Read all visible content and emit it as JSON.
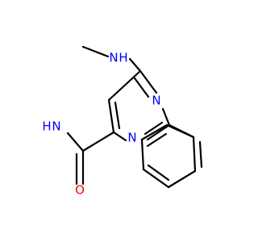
{
  "molecule": {
    "atoms": {
      "n_methylamino": "N",
      "h_methylamino": "H",
      "n_ring_top": "N",
      "n_ring_bottom": "N",
      "n_amide": "N",
      "h2_amide": "H",
      "o_amide": "O"
    },
    "colors": {
      "nitrogen": "#0000ff",
      "oxygen": "#ff0000",
      "bond": "#000000"
    }
  }
}
